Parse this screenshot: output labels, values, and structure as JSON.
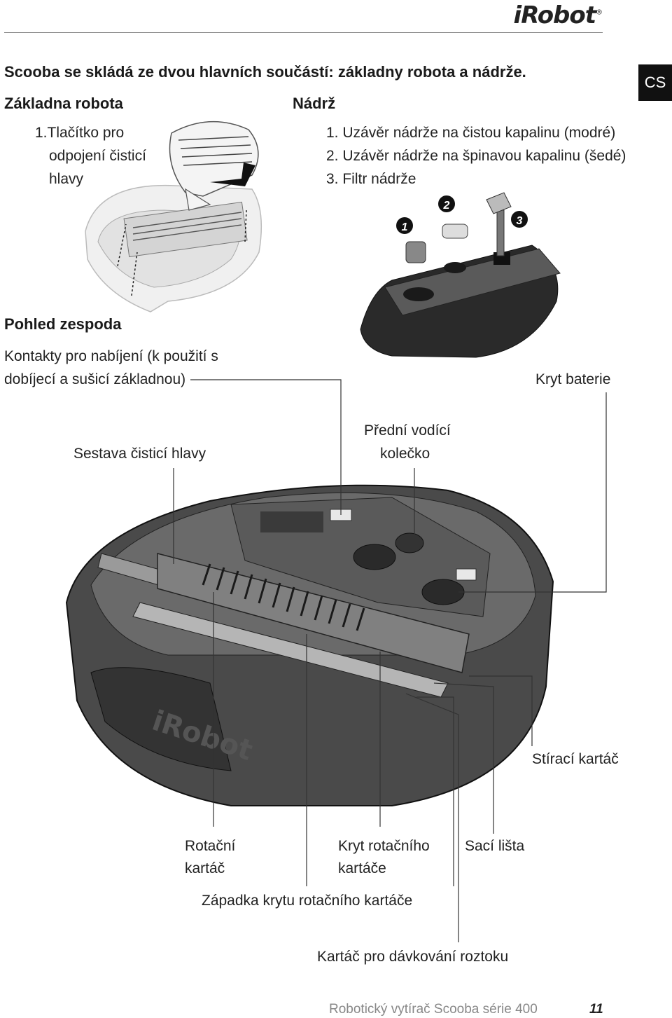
{
  "brand": {
    "logo": "iRobot",
    "mark": "®"
  },
  "intro": "Scooba se skládá ze dvou hlavních součástí: základny robota a nádrže.",
  "language_tab": "CS",
  "base": {
    "title": "Základna robota",
    "items": [
      "1.Tlačítko pro",
      "odpojení čisticí",
      "hlavy"
    ]
  },
  "tank": {
    "title": "Nádrž",
    "items": [
      "1. Uzávěr nádrže na čistou kapalinu (modré)",
      "2. Uzávěr nádrže na špinavou kapalinu (šedé)",
      "3. Filtr nádrže"
    ],
    "callouts": [
      "1",
      "2",
      "3"
    ]
  },
  "underside": {
    "title": "Pohled zespoda",
    "labels": {
      "contacts_1": "Kontakty pro nabíjení (k použití s",
      "contacts_2": "dobíjecí a sušicí základnou)",
      "battery": "Kryt baterie",
      "cleaning_head": "Sestava čisticí hlavy",
      "wheel_1": "Přední vodící",
      "wheel_2": "kolečko",
      "squeegee": "Stírací kartáč",
      "brush_1": "Rotační",
      "brush_2": "kartáč",
      "brush_cover_1": "Kryt rotačního",
      "brush_cover_2": "kartáče",
      "vacuum": "Sací lišta",
      "latch": "Západka krytu rotačního kartáče",
      "dispenser": "Kartáč pro dávkování roztoku"
    }
  },
  "footer": {
    "title": "Robotický vytírač Scooba série 400",
    "page": "11"
  }
}
